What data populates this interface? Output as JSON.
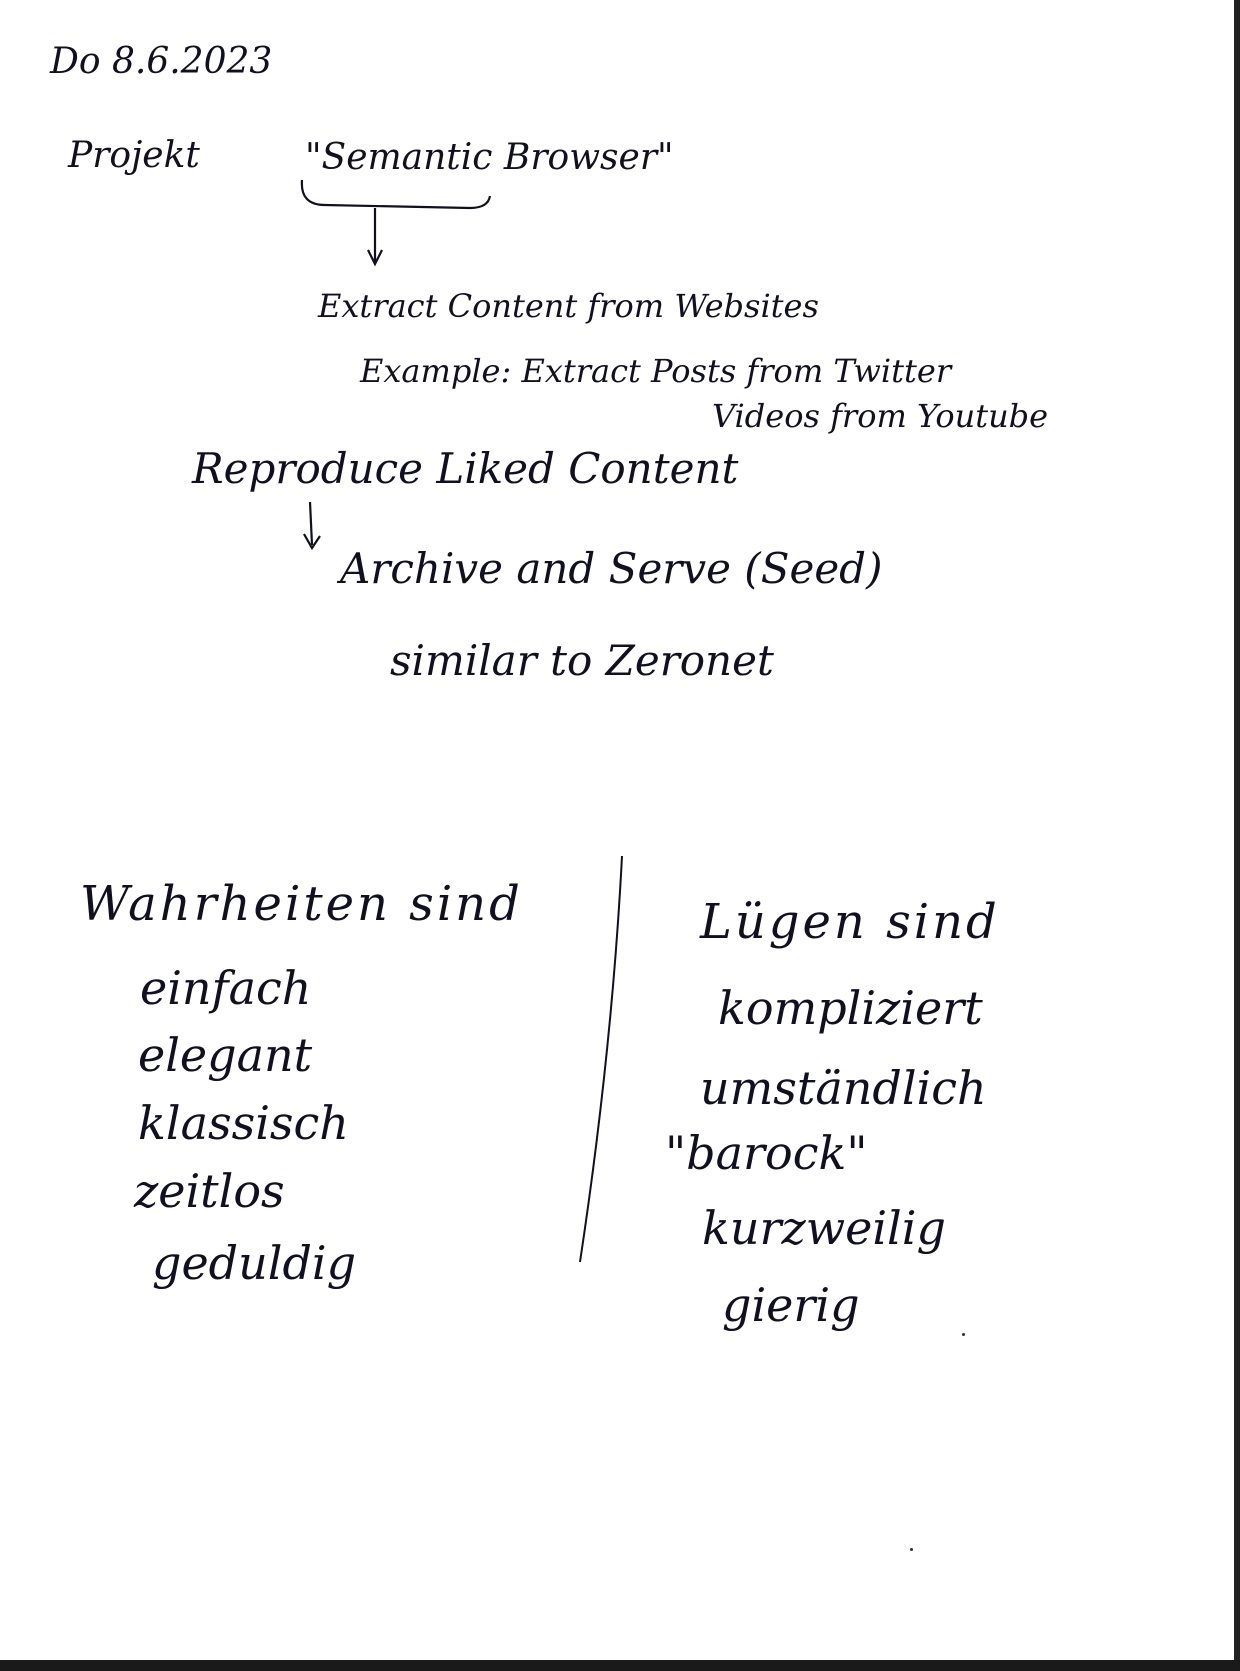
{
  "header": {
    "date": "Do   8.6.2023"
  },
  "project": {
    "label": "Projekt",
    "title": "\"Semantic Browser\""
  },
  "notes": {
    "extract_line": "Extract Content from Websites",
    "example_line": "Example: Extract Posts from Twitter",
    "videos_line": "Videos from Youtube",
    "reproduce_line": "Reproduce Liked Content",
    "archive_line": "Archive and Serve (Seed)",
    "similar_line": "similar to Zeronet"
  },
  "truths": {
    "heading": "Wahrheiten sind",
    "items": [
      "einfach",
      "elegant",
      "klassisch",
      "zeitlos",
      "geduldig"
    ]
  },
  "lies": {
    "heading": "Lügen sind",
    "items": [
      "kompliziert",
      "umständlich",
      "\"barock\"",
      "kurzweilig",
      "gierig"
    ]
  }
}
